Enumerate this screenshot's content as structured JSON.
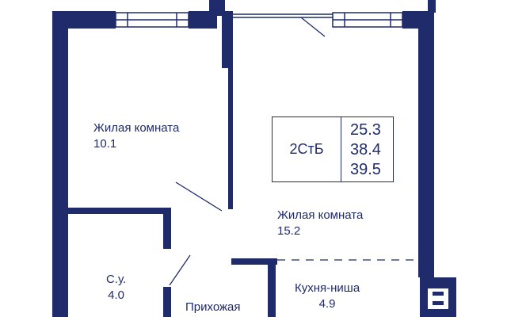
{
  "colors": {
    "wall": "#1f2b6b",
    "background": "#ffffff"
  },
  "apartment": {
    "type": "2СтБ",
    "areas": [
      "25.3",
      "38.4",
      "39.5"
    ]
  },
  "rooms": [
    {
      "name": "Жилая комната",
      "area": "10.1"
    },
    {
      "name": "Жилая комната",
      "area": "15.2"
    },
    {
      "name": "С.у.",
      "area": "4.0"
    },
    {
      "name": "Прихожая",
      "area": ""
    },
    {
      "name": "Кухня-ниша",
      "area": "4.9"
    }
  ]
}
